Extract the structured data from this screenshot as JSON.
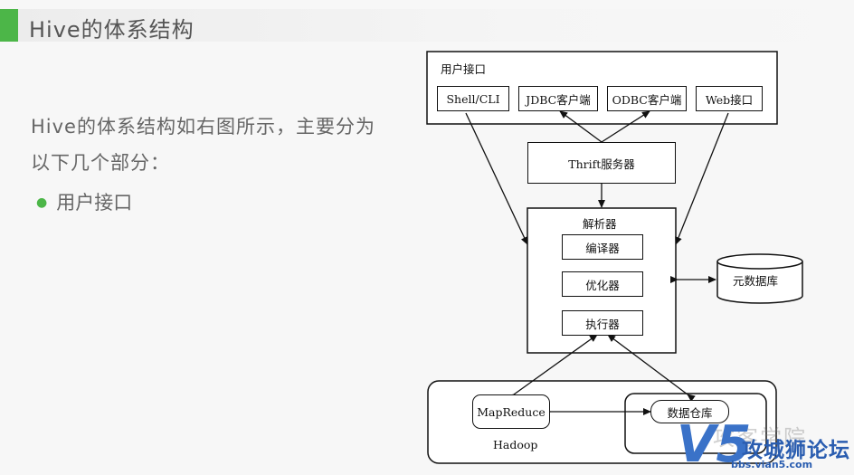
{
  "slide": {
    "title": "Hive的体系结构",
    "intro_line1": "Hive的体系结构如右图所示，主要分为",
    "intro_line2": "以下几个部分：",
    "bullets": [
      "用户接口"
    ]
  },
  "diagram": {
    "user_interface_label": "用户接口",
    "clients": [
      "Shell/CLI",
      "JDBC客户端",
      "ODBC客户端",
      "Web接口"
    ],
    "thrift": "Thrift服务器",
    "parser_label": "解析器",
    "parser_parts": [
      "编译器",
      "优化器",
      "执行器"
    ],
    "metastore": "元数据库",
    "mapreduce": "MapReduce",
    "warehouse": "数据仓库",
    "hadoop": "Hadoop"
  },
  "watermark": {
    "mark": "V5",
    "faint_text": "攻客学院",
    "main_text": "攻城狮论坛",
    "url": "bbs.vian5.com"
  },
  "colors": {
    "accent": "#4cb648",
    "watermark": "#2a5db0"
  }
}
